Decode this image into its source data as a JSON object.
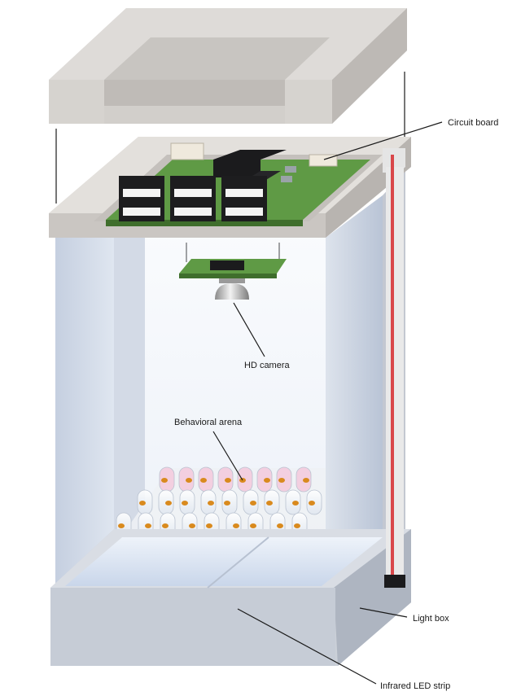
{
  "labels": {
    "circuit_board": "Circuit board",
    "hd_camera": "HD camera",
    "behavioral_arena": "Behavioral arena",
    "light_box": "Light box",
    "infrared_led_strip": "Infrared LED strip"
  },
  "colors": {
    "housing_light": "#e4e2df",
    "housing_mid": "#cfccc8",
    "housing_dark": "#b5b1ad",
    "panel_blue": "#c9d3e4",
    "panel_blue_dark": "#a9b6cc",
    "pcb_green": "#5f9a45",
    "chip_black": "#1b1b1d",
    "led_strip_red": "#d9474a",
    "fly_orange": "#d98a1e",
    "tube_pink": "#f3cfe0"
  }
}
